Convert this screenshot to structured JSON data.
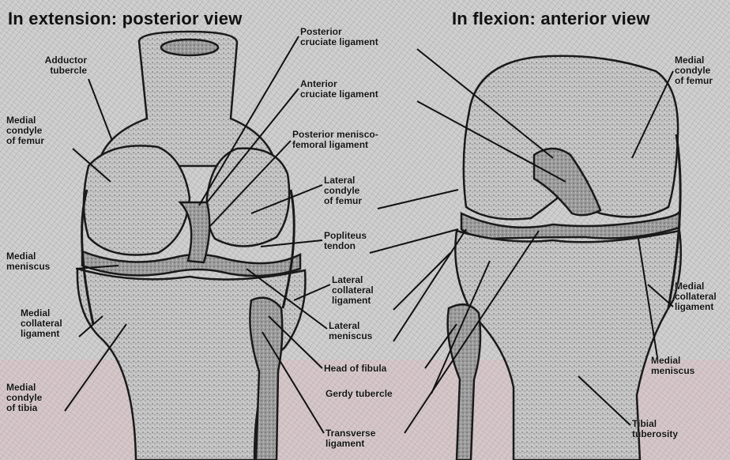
{
  "headings": {
    "left": "In extension: posterior view",
    "right": "In flexion: anterior view"
  },
  "labels": {
    "adductor_tubercle": "Adductor\ntubercle",
    "medial_condyle_femur_left": "Medial\ncondyle\nof femur",
    "medial_meniscus_left": "Medial\nmeniscus",
    "medial_collateral_left": "Medial\ncollateral\nligament",
    "medial_condyle_tibia": "Medial\ncondyle\nof tibia",
    "posterior_cruciate": "Posterior\ncruciate ligament",
    "anterior_cruciate": "Anterior\ncruciate ligament",
    "posterior_meniscofemoral": "Posterior menisco-\nfemoral ligament",
    "lateral_condyle_femur": "Lateral\ncondyle\nof femur",
    "popliteus_tendon": "Popliteus\ntendon",
    "lateral_collateral": "Lateral\ncollateral\nligament",
    "lateral_meniscus": "Lateral\nmeniscus",
    "head_of_fibula": "Head of fibula",
    "gerdy_tubercle": "Gerdy tubercle",
    "transverse_ligament": "Transverse\nligament",
    "medial_condyle_femur_right": "Medial\ncondyle\nof femur",
    "medial_collateral_right": "Medial\ncollateral\nligament",
    "medial_meniscus_right": "Medial\nmeniscus",
    "tibial_tuberosity": "Tibial\ntuberosity"
  },
  "colors": {
    "bone": "#bdbdbd",
    "outline": "#1a1a1a",
    "leader": "#111111"
  }
}
